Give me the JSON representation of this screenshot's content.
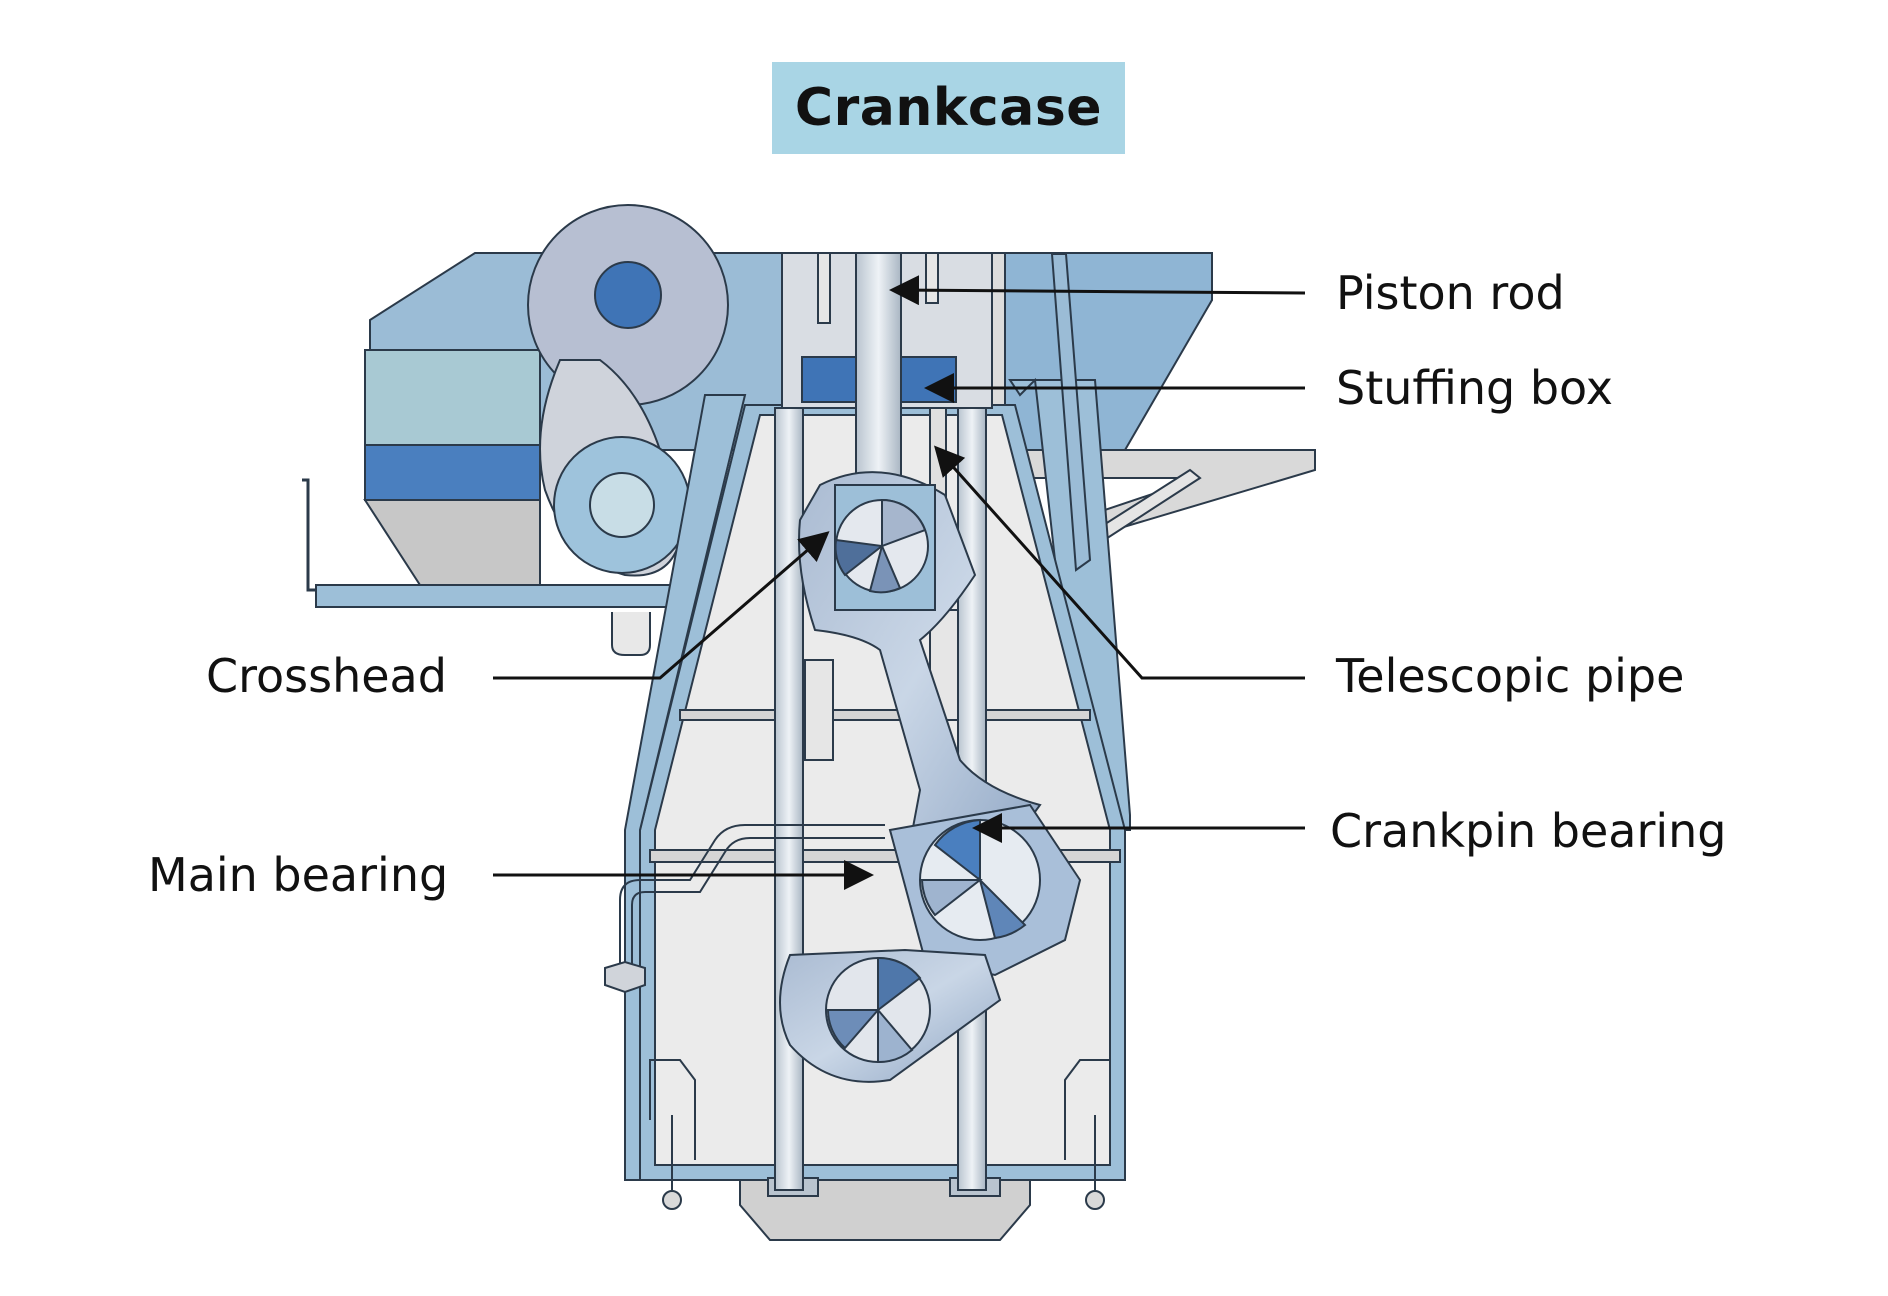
{
  "title": "Crankcase",
  "labels": {
    "piston_rod": "Piston rod",
    "stuffing_box": "Stuffing box",
    "crosshead": "Crosshead",
    "telescopic_pipe": "Telescopic pipe",
    "crankpin_bearing": "Crankpin bearing",
    "main_bearing": "Main bearing"
  },
  "colors": {
    "title_bg": "#a9d5e5",
    "steel_blue": "#4a7fbf",
    "light_blue": "#9dbfd8",
    "pale_blue": "#c9dbe9",
    "frame_fill": "#ebebeb",
    "outline": "#2b3a4a"
  }
}
